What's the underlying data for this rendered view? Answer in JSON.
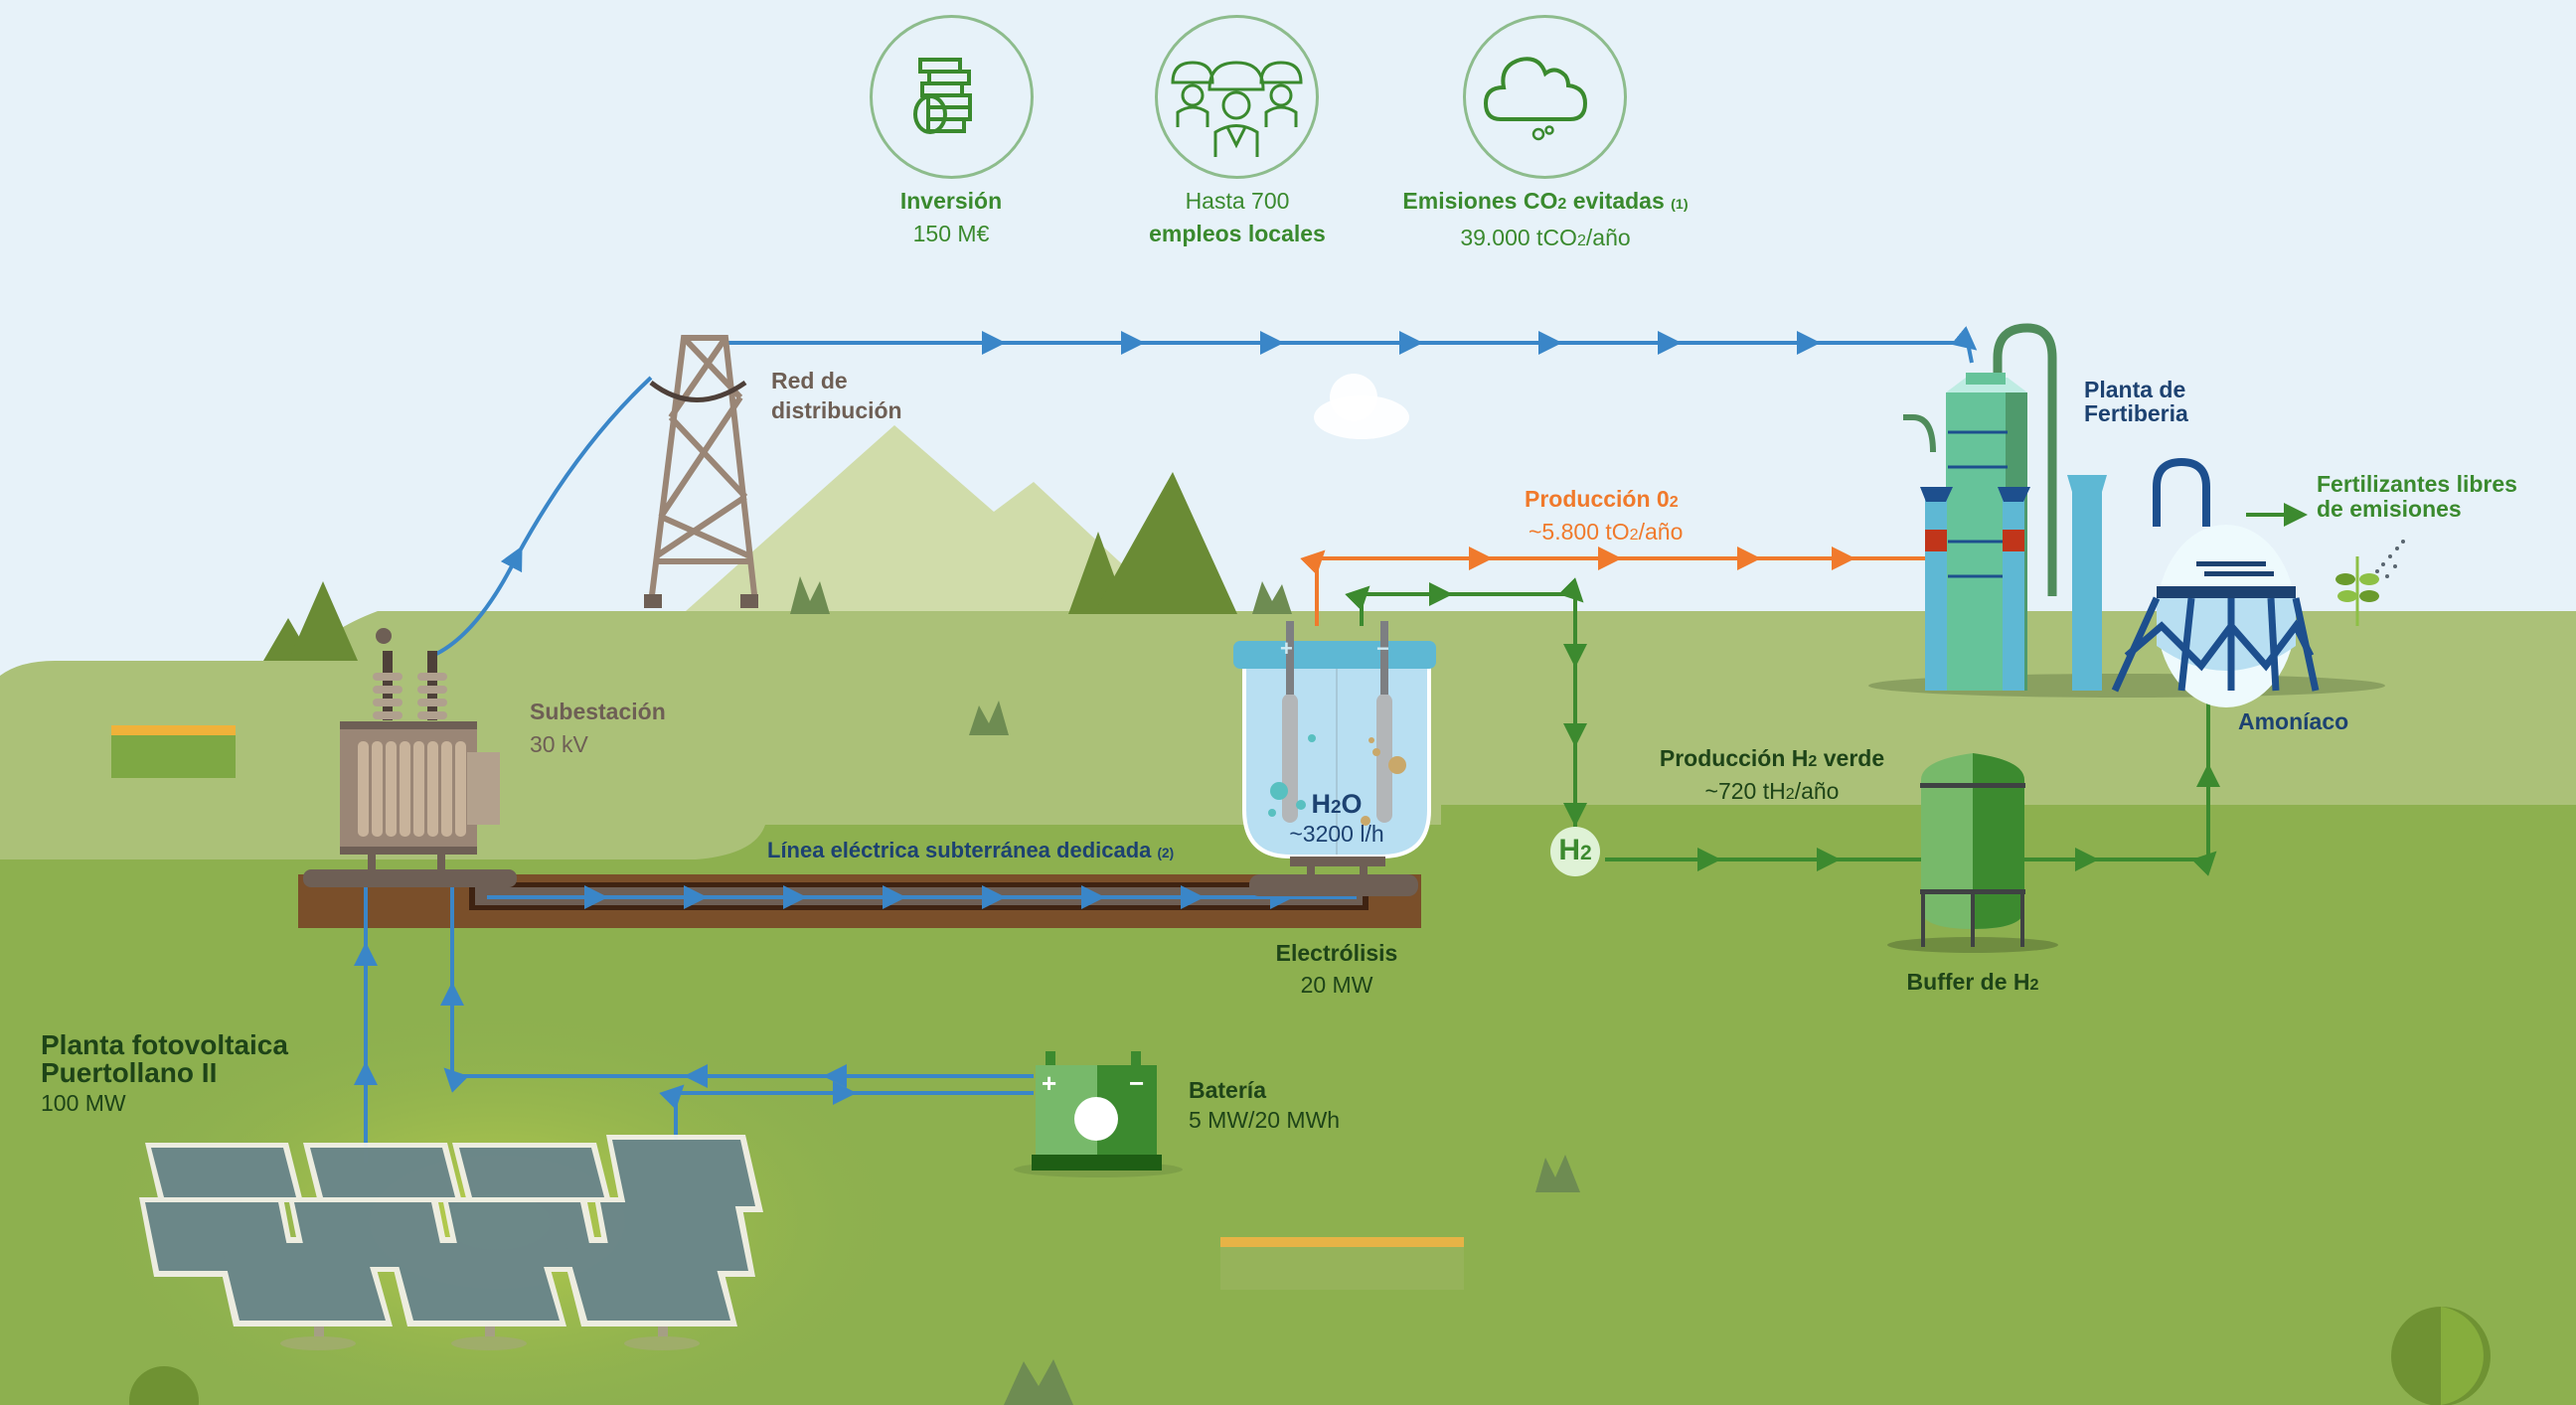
{
  "colors": {
    "sky": "#e7f2f9",
    "hill_light": "#abc178",
    "grass": "#8db04f",
    "electric_flow": "#3a86c8",
    "oxygen_flow": "#f07a2c",
    "hydrogen_flow": "#3c8a2f",
    "stat_green": "#3a8a2e",
    "brown_label": "#6e5f55",
    "dark_green_label": "#1e4418",
    "navy_label": "#1d4271"
  },
  "stats": [
    {
      "icon": "coins-icon",
      "title": "Inversión",
      "value": "150 M€"
    },
    {
      "icon": "workers-icon",
      "line1": "Hasta 700",
      "line2": "empleos locales"
    },
    {
      "icon": "cloud-icon",
      "title": "Emisiones CO",
      "title_sub": "2",
      "title_rest": " evitadas ",
      "note": "(1)",
      "value": "39.000 tCO",
      "value_sub": "2",
      "value_rest": "/año"
    }
  ],
  "labels": {
    "grid": {
      "line1": "Red de",
      "line2": "distribución"
    },
    "substation": {
      "name": "Subestación",
      "value": "30 kV"
    },
    "underground_line": {
      "name": "Línea eléctrica subterránea dedicada ",
      "note": "(2)"
    },
    "electrolysis": {
      "name": "Electrólisis",
      "value": "20 MW"
    },
    "water": {
      "formula": "H",
      "formula_sub": "2",
      "formula_rest": "O",
      "flow": "~3200 l/h"
    },
    "oxygen": {
      "name": "Producción 0",
      "name_sub": "2",
      "value": "~5.800 tO",
      "value_sub": "2",
      "value_rest": "/año"
    },
    "hydrogen_production": {
      "name": "Producción H",
      "name_sub": "2",
      "name_rest": " verde",
      "value": "~720 tH",
      "value_sub": "2",
      "value_rest": "/año"
    },
    "h2_node": {
      "text": "H",
      "sub": "2"
    },
    "buffer": {
      "name": "Buffer de H",
      "name_sub": "2"
    },
    "fertiberia": {
      "line1": "Planta de",
      "line2": "Fertiberia"
    },
    "ammonia": {
      "name": "Amoníaco"
    },
    "fertilizers": {
      "line1": "Fertilizantes libres",
      "line2": "de emisiones"
    },
    "pv_plant": {
      "line1": "Planta fotovoltaica",
      "line2": "Puertollano II",
      "value": "100 MW"
    },
    "battery": {
      "name": "Batería",
      "value": "5 MW/20 MWh",
      "plus": "+",
      "minus": "−"
    },
    "electrolyzer_terminals": {
      "plus": "+",
      "minus": "−"
    }
  }
}
